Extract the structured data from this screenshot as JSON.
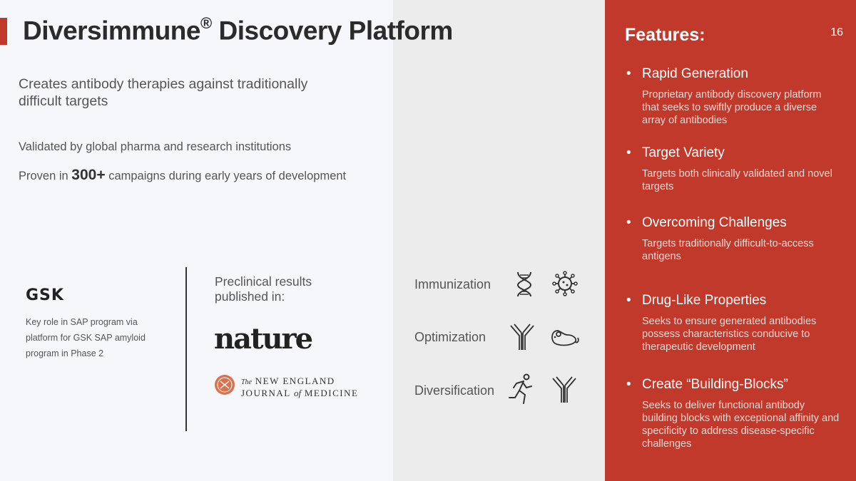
{
  "slide": {
    "title": "Diversimmune",
    "title_mark": "®",
    "title_rest": " Discovery Platform",
    "page_number": "16"
  },
  "left": {
    "lead": "Creates antibody therapies against traditionally difficult targets",
    "validated": "Validated by global pharma and research institutions",
    "proven_prefix": "Proven in ",
    "proven_number": "300+",
    "proven_suffix": " campaigns during early years of development"
  },
  "partner": {
    "logo_text": "GSK",
    "description": "Key role in SAP program via platform for GSK SAP amyloid program in Phase 2"
  },
  "publications": {
    "label": "Preclinical results published in:",
    "nature": "nature",
    "nejm_line1": "NEW ENGLAND",
    "nejm_the": "The",
    "nejm_line2a": "JOURNAL",
    "nejm_of": "of",
    "nejm_line2b": "MEDICINE"
  },
  "steps": [
    {
      "label": "Immunization",
      "icons": [
        "dna-icon",
        "virus-icon"
      ]
    },
    {
      "label": "Optimization",
      "icons": [
        "antibody-icon",
        "mouse-icon"
      ]
    },
    {
      "label": "Diversification",
      "icons": [
        "runner-icon",
        "antibody-icon"
      ]
    }
  ],
  "features": {
    "title": "Features:",
    "bullet": "•",
    "items": [
      {
        "head": "Rapid Generation",
        "desc": "Proprietary antibody discovery platform that seeks to swiftly produce a diverse array of antibodies"
      },
      {
        "head": "Target Variety",
        "desc": "Targets both clinically validated and novel targets"
      },
      {
        "head": "Overcoming Challenges",
        "desc": "Targets traditionally difficult-to-access antigens"
      },
      {
        "head": "Drug-Like Properties",
        "desc": "Seeks to ensure generated antibodies possess characteristics conducive to therapeutic development"
      },
      {
        "head": "Create “Building-Blocks”",
        "desc": "Seeks to deliver functional antibody building blocks with exceptional affinity and specificity to address disease-specific challenges"
      }
    ]
  },
  "colors": {
    "accent": "#c0392b",
    "text": "#555555",
    "title": "#2b2b2b"
  }
}
